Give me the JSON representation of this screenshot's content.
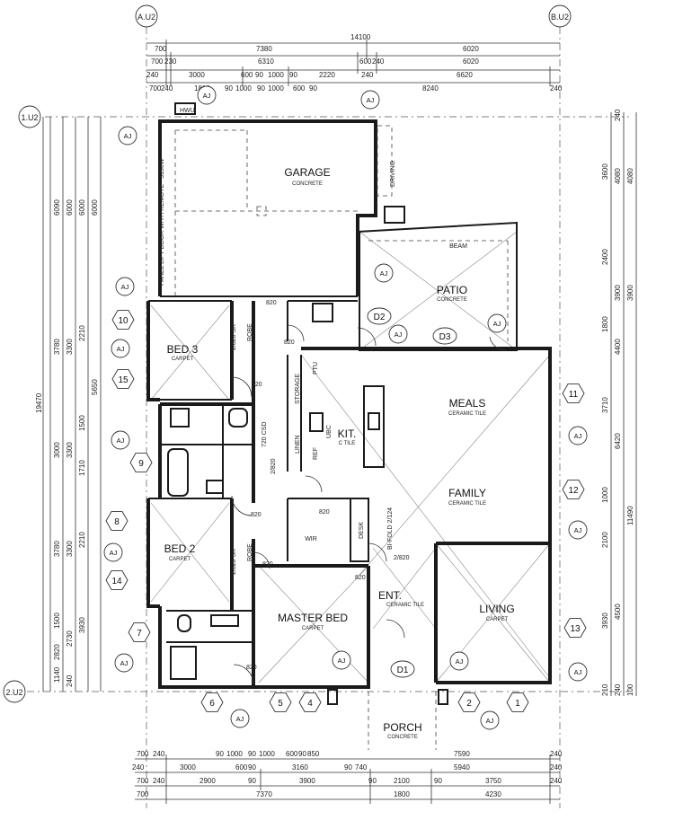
{
  "grid_labels": {
    "top_left": "A.U2",
    "top_right": "B.U2",
    "left_top": "1.U2",
    "left_bottom": "2.U2"
  },
  "rooms": {
    "garage": {
      "name": "GARAGE",
      "floor": "CONCRETE"
    },
    "patio": {
      "name": "PATIO",
      "floor": "CONCRETE"
    },
    "bed3": {
      "name": "BED 3",
      "floor": "CARPET"
    },
    "kit": {
      "name": "KIT.",
      "floor": "C TILE"
    },
    "meals": {
      "name": "MEALS",
      "floor": "CERAMIC TILE"
    },
    "family": {
      "name": "FAMILY",
      "floor": "CERAMIC TILE"
    },
    "bed2": {
      "name": "BED 2",
      "floor": "CARPET"
    },
    "master": {
      "name": "MASTER BED",
      "floor": "CARPET"
    },
    "ent": {
      "name": "ENT.",
      "floor": "CERAMIC TILE"
    },
    "living": {
      "name": "LIVING",
      "floor": "CARPET"
    },
    "porch": {
      "name": "PORCH",
      "floor": "CONCRETE"
    }
  },
  "annotations": {
    "garage_door": "PANEL LIFT DOOR WITH REMOTE - 5150W",
    "driving": "DRIVING",
    "beam": "BEAM",
    "robe": "ROBE",
    "bed3_robe": "2/820 SR",
    "bed2_robe": "2/820 SR",
    "storage": "STORAGE",
    "linen": "LINEN",
    "ref": "REF",
    "ubc": "UBC",
    "ptu": "PTU",
    "csd": "720 CSD",
    "linen_door": "2/820",
    "bifold": "BI-FOLD 2/124",
    "ent_door": "2/820",
    "wir": "WIR",
    "desk": "DESK",
    "d1": "D1",
    "d2": "D2",
    "d3": "D3",
    "door_820": "820",
    "hwu": "HWU"
  },
  "aj_label": "AJ",
  "section_numbers": [
    "10",
    "15",
    "9",
    "8",
    "14",
    "7",
    "11",
    "12",
    "13",
    "6",
    "5",
    "4",
    "2",
    "1"
  ],
  "dimensions": {
    "top_row1": [
      "700",
      "7380",
      "6020"
    ],
    "top_total": "14100",
    "top_row2": [
      "700",
      "230",
      "6310",
      "600",
      "240",
      "6020"
    ],
    "top_row3": [
      "240",
      "3000",
      "600",
      "90",
      "1000",
      "90",
      "2220",
      "240",
      "6620"
    ],
    "top_row4": [
      "700",
      "240",
      "1810",
      "90",
      "1000",
      "90",
      "1000",
      "600",
      "90",
      "8240",
      "240"
    ],
    "bottom_row1": [
      "700",
      "240",
      "90",
      "1000",
      "90",
      "1000",
      "600",
      "90",
      "850",
      "7590",
      "240"
    ],
    "bottom_row2": [
      "240",
      "3000",
      "600",
      "90",
      "3160",
      "90",
      "740",
      "5940",
      "240"
    ],
    "bottom_row3": [
      "700",
      "240",
      "2900",
      "90",
      "3900",
      "90",
      "2100",
      "90",
      "3750",
      "240"
    ],
    "bottom_row4": [
      "700",
      "7370",
      "1800",
      "4230"
    ],
    "left_col": [
      "6090",
      "6000",
      "6000",
      "6000",
      "3780",
      "3300",
      "2210",
      "19470",
      "3000",
      "3300",
      "1500",
      "1710",
      "5650",
      "3780",
      "3300",
      "2210",
      "1500",
      "2730",
      "3930",
      "2820",
      "1140",
      "240"
    ],
    "right_col": [
      "240",
      "3600",
      "4080",
      "4080",
      "2400",
      "3900",
      "3900",
      "1800",
      "4400",
      "3710",
      "6420",
      "1000",
      "2100",
      "11490",
      "4500",
      "3930",
      "210",
      "240",
      "100"
    ]
  }
}
